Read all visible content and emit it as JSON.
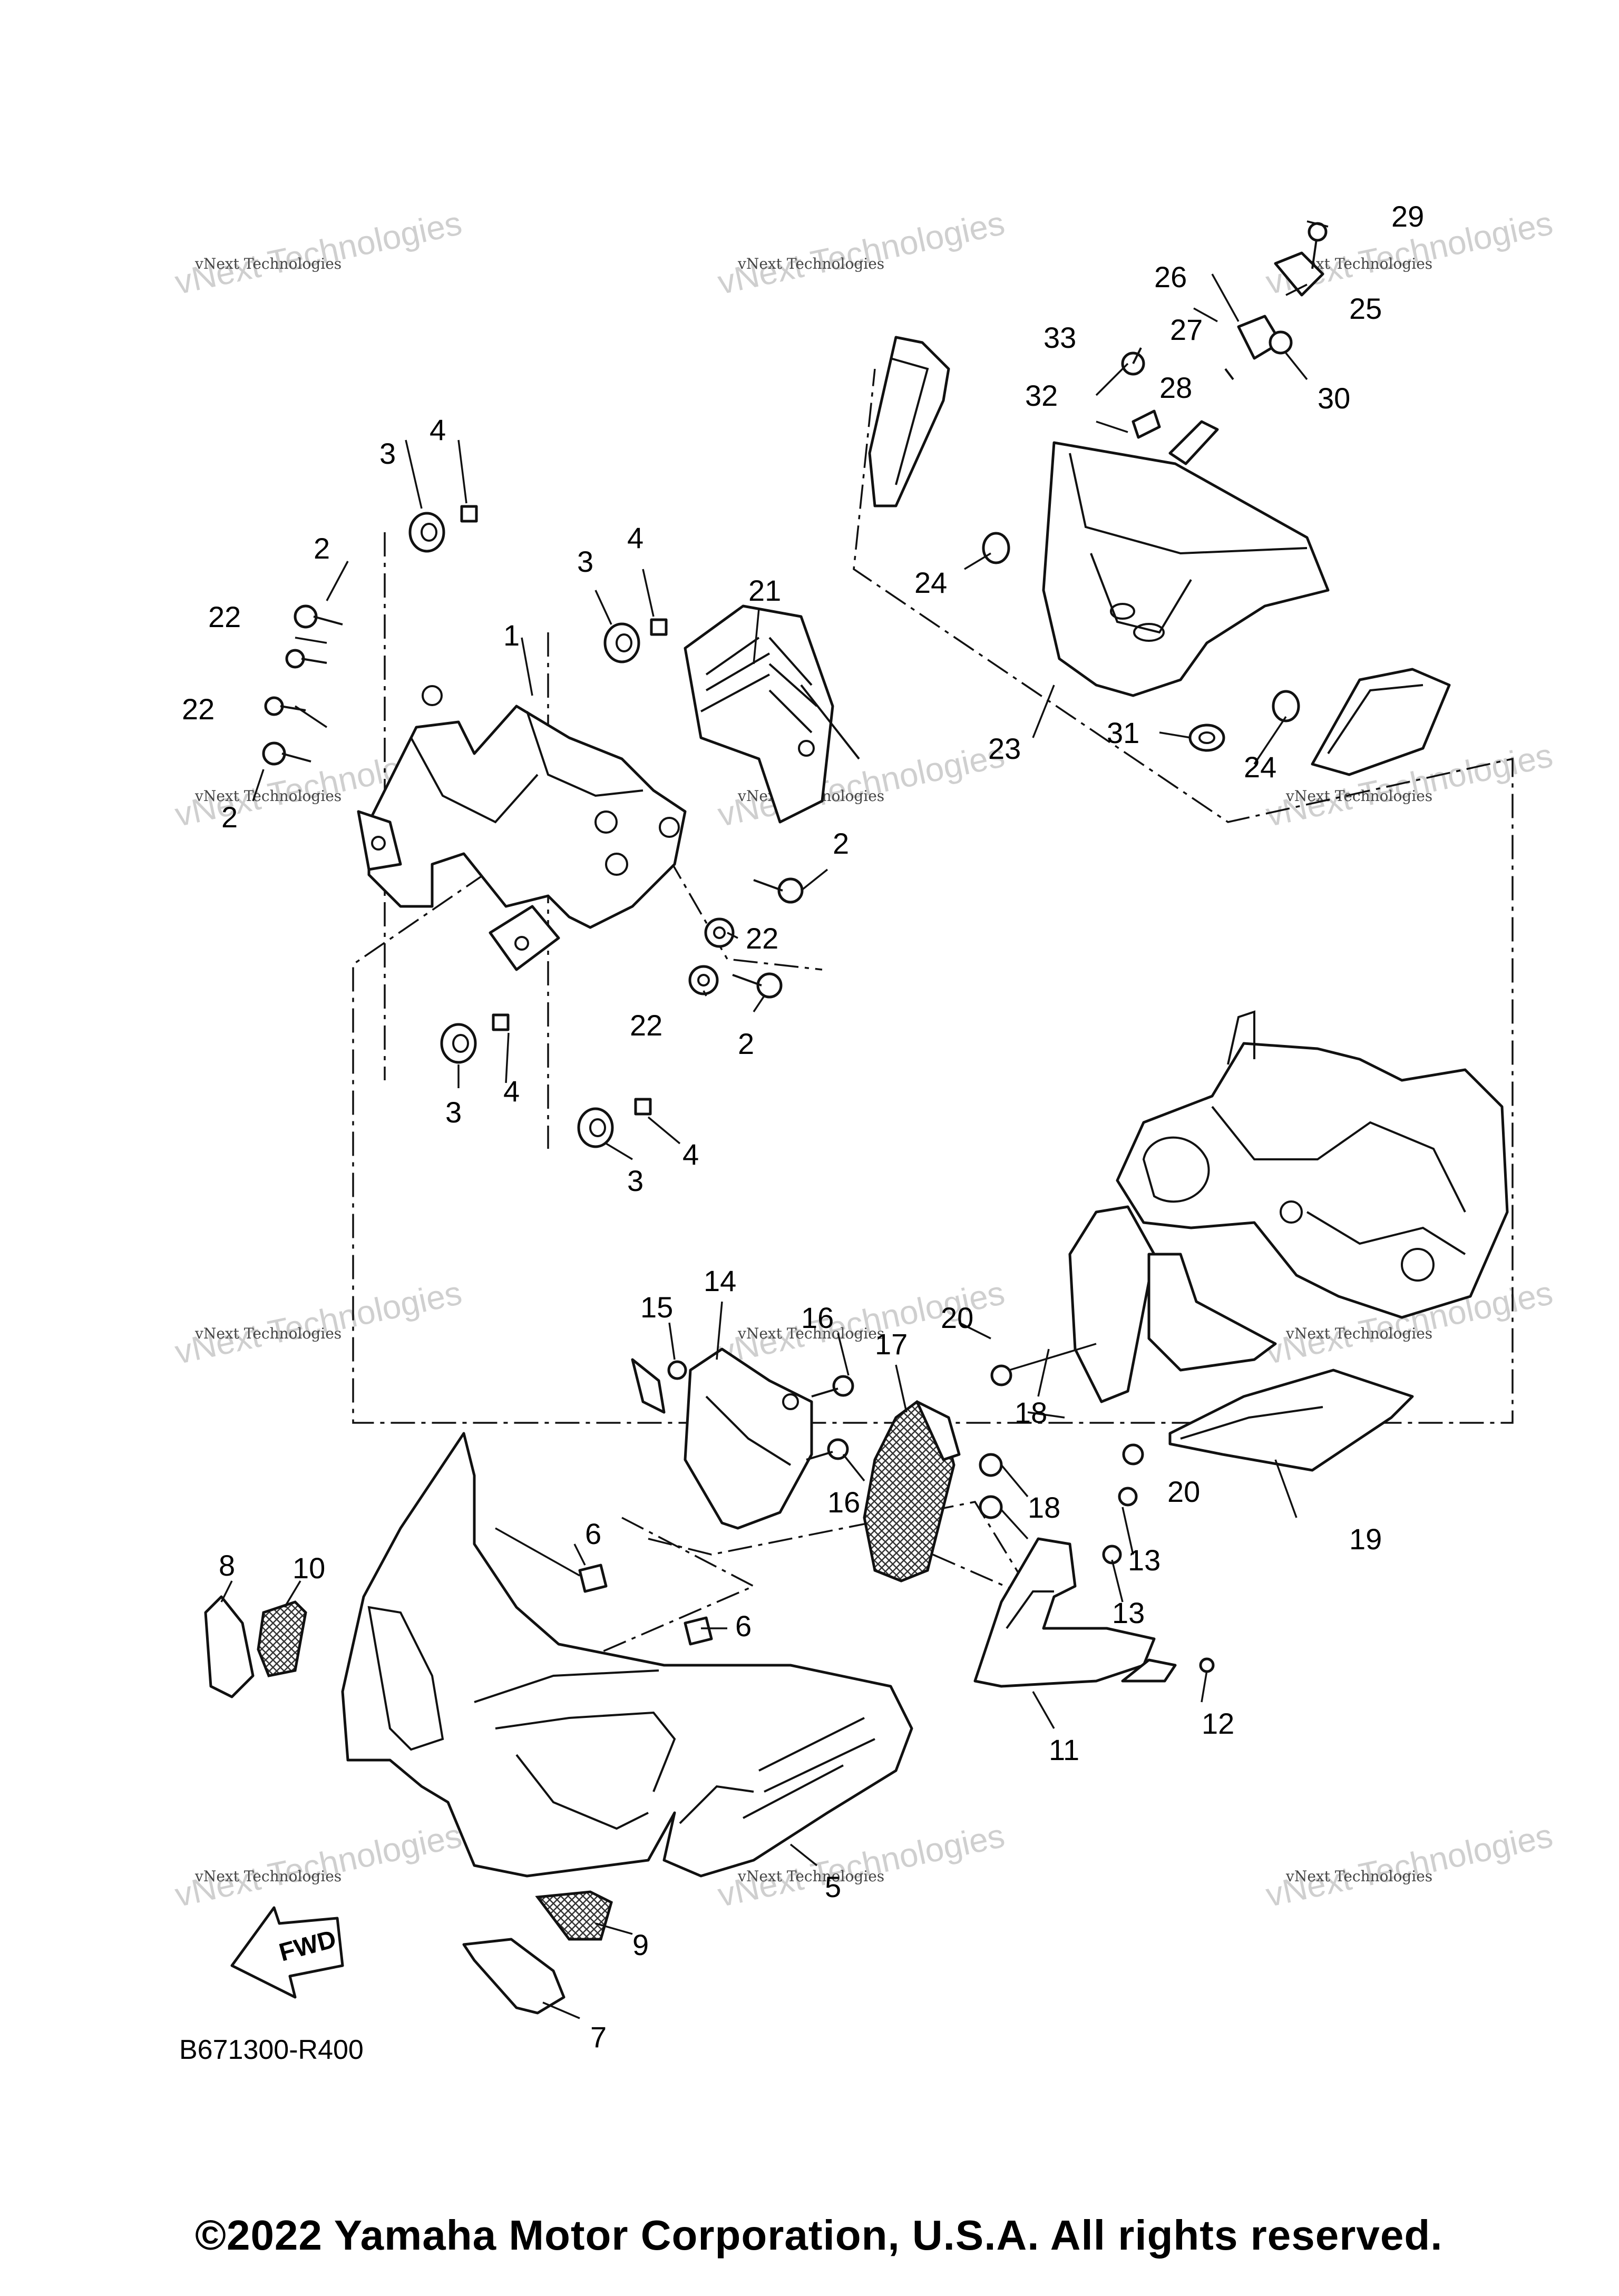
{
  "diagram": {
    "code": "B671300-R400",
    "copyright": "©2022 Yamaha Motor Corporation, U.S.A. All rights reserved.",
    "watermark": {
      "line1": "vNext Technologies",
      "line2": "vNext Technologies"
    },
    "fwd_label": "FWD"
  },
  "callouts": [
    {
      "id": "c1",
      "label": "1"
    },
    {
      "id": "c2a",
      "label": "2"
    },
    {
      "id": "c2b",
      "label": "2"
    },
    {
      "id": "c2c",
      "label": "2"
    },
    {
      "id": "c2d",
      "label": "2"
    },
    {
      "id": "c3a",
      "label": "3"
    },
    {
      "id": "c3b",
      "label": "3"
    },
    {
      "id": "c3c",
      "label": "3"
    },
    {
      "id": "c3d",
      "label": "3"
    },
    {
      "id": "c4a",
      "label": "4"
    },
    {
      "id": "c4b",
      "label": "4"
    },
    {
      "id": "c4c",
      "label": "4"
    },
    {
      "id": "c4d",
      "label": "4"
    },
    {
      "id": "c5",
      "label": "5"
    },
    {
      "id": "c6a",
      "label": "6"
    },
    {
      "id": "c6b",
      "label": "6"
    },
    {
      "id": "c7",
      "label": "7"
    },
    {
      "id": "c8",
      "label": "8"
    },
    {
      "id": "c9",
      "label": "9"
    },
    {
      "id": "c10",
      "label": "10"
    },
    {
      "id": "c11",
      "label": "11"
    },
    {
      "id": "c12",
      "label": "12"
    },
    {
      "id": "c13a",
      "label": "13"
    },
    {
      "id": "c13b",
      "label": "13"
    },
    {
      "id": "c14",
      "label": "14"
    },
    {
      "id": "c15",
      "label": "15"
    },
    {
      "id": "c16a",
      "label": "16"
    },
    {
      "id": "c16b",
      "label": "16"
    },
    {
      "id": "c17",
      "label": "17"
    },
    {
      "id": "c18a",
      "label": "18"
    },
    {
      "id": "c18b",
      "label": "18"
    },
    {
      "id": "c19",
      "label": "19"
    },
    {
      "id": "c20a",
      "label": "20"
    },
    {
      "id": "c20b",
      "label": "20"
    },
    {
      "id": "c21",
      "label": "21"
    },
    {
      "id": "c22a",
      "label": "22"
    },
    {
      "id": "c22b",
      "label": "22"
    },
    {
      "id": "c22c",
      "label": "22"
    },
    {
      "id": "c22d",
      "label": "22"
    },
    {
      "id": "c23",
      "label": "23"
    },
    {
      "id": "c24a",
      "label": "24"
    },
    {
      "id": "c24b",
      "label": "24"
    },
    {
      "id": "c25",
      "label": "25"
    },
    {
      "id": "c26",
      "label": "26"
    },
    {
      "id": "c27",
      "label": "27"
    },
    {
      "id": "c28",
      "label": "28"
    },
    {
      "id": "c29",
      "label": "29"
    },
    {
      "id": "c30",
      "label": "30"
    },
    {
      "id": "c31",
      "label": "31"
    },
    {
      "id": "c32",
      "label": "32"
    },
    {
      "id": "c33",
      "label": "33"
    }
  ]
}
